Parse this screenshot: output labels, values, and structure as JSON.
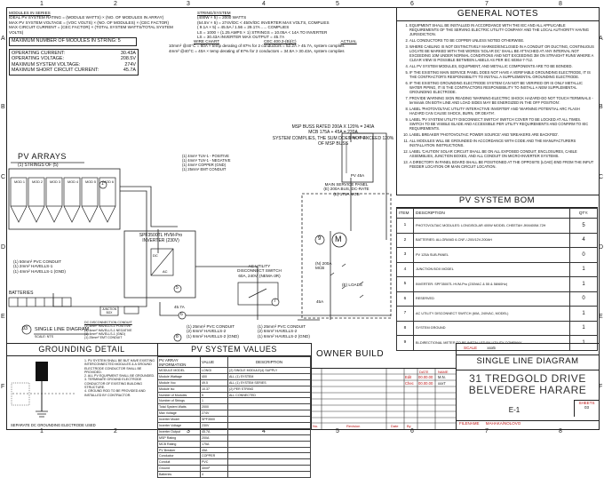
{
  "grid": {
    "cols": [
      "1",
      "2",
      "3",
      "4",
      "5",
      "6",
      "7",
      "8"
    ],
    "rows": [
      "A",
      "B",
      "C",
      "D",
      "E",
      "F"
    ]
  },
  "calc": {
    "modules_in_series_lines": [
      "MODULES IN SERIES",
      "IDEAL PV SYSTEM RATING = (MODULE WATTS) × (NO. OF MODULES IN ARRAY)",
      "MAX PV SYSTEM VOLTAGE = (VOC VOLTS) × (NO. OF MODULES) × (CEC FACTOR)",
      "MAX CIRCUIT CURRENT = (CEC FACTOR) × (TOTAL SYSTEM WATTS/TOTAL SYSTEM VOLTS)"
    ],
    "max_modules_label": "MAXIMUM NUMBER OF MODULES IN STRING: 5",
    "rows": [
      {
        "label": "OPERATING CURRENT:",
        "value": "30.43A"
      },
      {
        "label": "OPERATING VOLTAGE:",
        "value": "208.5V"
      },
      {
        "label": "MAXIMUM SYSTEM VOLTAGE:",
        "value": "274V"
      },
      {
        "label": "MAXIMUM SHORT CIRCUIT CURRENT:",
        "value": "45.7A"
      }
    ]
  },
  "string_size": {
    "lines": [
      "STRING/SYSTEM",
      "(400W × 5) = 2000 WATTS",
      "(54.5V × 5) = 274V/DC  < 450V/DC INVERTER MAX VOLTS, COMPLIES",
      "( 9.1A × 5) = 45.5A / 1.56 = 29.17A  ..... COMPLIES",
      "LS = 1000 ÷ (1.25 AMPS × 1) STRINGS = 10.05A < 14A TO INVERTER",
      "LS = 30.43A INVERTER MAX OUTPUT = 45.7A"
    ]
  },
  "wire_chart": {
    "title": "WIRE CHART",
    "cec": "CEC 400.3-(B)(C)",
    "actual": "ACTUAL",
    "lines": [
      "10mm² @40°C = 60A × temp derating of 87% for 2 conductors = 52.2A > 45.7A, system complies",
      "4mm² @40°C = 40A × temp derating of 87% for 2 conductors = 34.8A > 30.43A, system complies"
    ]
  },
  "msp_note": {
    "lines": [
      "MSP BUSS RATED 200A X 120% = 240A",
      "MCB 175A + 45A = 220A",
      "SYSTEM COMPLIES, THE SUM DOES NOT EXCEED 120%",
      "OF MSP BUSS"
    ]
  },
  "pv_arrays": {
    "title": "PV ARRAYS",
    "strings": "(1) STRINGS OF (5)",
    "modules": [
      "MOD 1",
      "MOD 2",
      "MOD 3",
      "MOD 4",
      "MOD 5",
      "MOD 6"
    ],
    "wiring": [
      "(1) 4mm² TUV-1 - POSITIVE",
      "(1) 4mm² TUV-1 - NEGATIVE",
      "(1) 4mm² COPPER (GND)",
      "(1) 25mm² EMT CONDUIT"
    ]
  },
  "inverter": {
    "label1": "SPF3500TL HVM-Pro",
    "label2": "INVERTER (230V)"
  },
  "dc_conduit": [
    "(1) 50mm² PVC CONDUIT",
    "(1) 2mm² HAVELLS-1",
    "(1) 4mm² HAVELLS-1 (GND)"
  ],
  "batteries": "BATTERIES",
  "junction_box": "JUNCTION BOX",
  "disconnect": {
    "title": "DC DISCONNECTION CONDUIT",
    "lines": [
      "(1) 4mm² HAVELLS-1 POSITIVE",
      "(1) 4mm² HAVELLS-1 NEGATIVE",
      "(1) 4mm² HAVELLS-1 (GND)",
      "(1) 25mm² EMT CONDUIT"
    ]
  },
  "ac_conduit_1": [
    "(1) 25mm² PVC CONDUIT",
    "(2) 6mm² HAVELLS-2",
    "(1) 6mm² HAVELLS-2 (GND)"
  ],
  "ac_conduit_2": [
    "(1) 25mm² PVC CONDUIT",
    "(2) 6mm² HAVELLS-2",
    "(1) 6mm² HAVELLS-2 (GND)"
  ],
  "ac_disconnect": {
    "lines": [
      "AC UTILITY",
      "DISCONNECT SWITCH",
      "60A, 240V, (NEMA-3R)"
    ]
  },
  "msp": {
    "lines": [
      "MAIN SERVICE PANEL",
      "(E) 200A BUS, DC-RATE",
      "(E) 175A MCB"
    ],
    "main": "200A MAIN",
    "breaker": "(N) 200A MCB",
    "loads": "(E) LOADS",
    "pv45": "PV 45A",
    "amp45": "45A",
    "meter": "M"
  },
  "callouts": [
    "1",
    "2",
    "3",
    "4",
    "5",
    "6",
    "7",
    "8",
    "9"
  ],
  "single_line_label": "SINGLE LINE DIAGRAM",
  "single_line_num": "03",
  "single_line_scale": "SCALE: NTS",
  "amp_label": "45.7A",
  "general_notes": {
    "title": "GENERAL NOTES",
    "items": [
      "EQUIPMENT SHALL BE INSTALLED IN ACCORDANCE WITH THE IEC AND ALL APPLICABLE REQUIREMENTS OF THE SERVING ELECTRIC UTILITY COMPANY AND THE LOCAL AUTHORITY HAVING JURISDICTION.",
      "ALL CONDUCTORS TO BE COPPER UNLESS NOTED OTHERWISE.",
      "WHERE CABLING IS NOT DISTINCTIVELY MARKED/ENCLOSED IN A CONDUIT OR DUCTING, CONTINUOUS LOCATE BE MARKED WITH THE WORDS 'SOLAR DC' SHALL BE ATTACHED AT ANY INTERVAL NOT EXCEEDING 10M UNDER NORMAL CONDITIONS AND NOT EXCEEDING 3M ON STRAIGHT RUNS WHERE A CLEAR VIEW IS POSSIBLE BETWEEN LABELS AS PER IEC 60364-7-712.",
      "ALL PV SYSTEM MODULES, EQUIPMENT, AND METALLIC COMPONENTS ARE TO BE BONDED.",
      "IF THE EXISTING MAIN SERVICE PANEL DOES NOT HAVE A VERIFIABLE GROUNDING ELECTRODE, IT IS THE CONTRACTOR'S RESPONSIBILITY TO INSTALL A SUPPLEMENTAL GROUNDING ELECTRODE.",
      "IF THE EXISTING GROUNDING ELECTRODE SYSTEM CAN NOT BE VERIFIED OR IS ONLY METALLIC WATER PIPING, IT IS THE CONTRACTORS RESPONSIBILITY TO INSTALL A NEW SUPPLEMENTAL GROUNDING ELECTRODE.",
      "PROVIDE WARNING SIGN READING 'WARNING-ELECTRIC SHOCK HAZARD-DO NOT TOUCH TERMINALS - terminals ON BOTH LINE AND LOAD SIDES MAY BE ENERGIZED IN THE OFF POSITION'.",
      "LABEL 'PHOTOVOLTAIC UTILITY INTERACTIVE INVERTER' AND 'WARNING POTENTIAL ARC FLASH HAZARD CAN CAUSE SHOCK, BURN, OR DEATH'.",
      "LABEL 'PV SYSTEM UTILITY DISCONNECT SWITCH' SWITCH COVER TO BE LOCKED AT ALL TIMES. SWITCH TO BE VISIBLE BLADE AND ACCESSIBLE PER UTILITY REQUIREMENTS AND CONFIRM TO IEC REQUIREMENTS.",
      "LABEL BREAKER 'PHOTOVOLTAIC POWER SOURCE' AND 'BREAKERS ARE BACKFED'.",
      "ALL MODULES WILL BE GROUNDED IN ACCORDANCE WITH CODE AND THE MANUFACTURERS INSTALLATION INSTRUCTIONS.",
      "LABEL 'CAUTION' SOLAR CIRCUIT SHALL BE ON ALL EXPOSED CONDUIT, ENCLOSURES, CABLE ASSEMBLIES, JUNCTION BOXES, AND ALL CONDUIT ON MICRO-INVERTER SYSTEMS.",
      "A DIRECTORY IN PANEL BOARD SHALL BE POSITIONED AT THE OPPOSITE (LOAD) END FROM THE INPUT FEEDER LOCATION OR MAIN CIRCUIT LOCATION."
    ]
  },
  "bom": {
    "title": "PV SYSTEM BOM",
    "headers": {
      "item": "ITEM",
      "desc": "DESCRIPTION",
      "qty": "QTY."
    },
    "rows": [
      {
        "item": "1",
        "desc": "PHOTOVOLTAIC MODULES: LONGISOLAR 400W MODEL CHEETAH JKM400M-72H",
        "qty": "5"
      },
      {
        "item": "2",
        "desc": "BATTERIES: ALLGRAND 6-CNF-/-200/12V-200AH",
        "qty": "4"
      },
      {
        "item": "3",
        "desc": "PV 125A SUB-PANEL",
        "qty": "0"
      },
      {
        "item": "4",
        "desc": "JUNCTION BOX MODEL",
        "qty": "1"
      },
      {
        "item": "5",
        "desc": "INVERTER: SPF3500TL HVM-Pro (230VAC & 55 & 58/60Hz)",
        "qty": "1"
      },
      {
        "item": "6",
        "desc": "RESERVED",
        "qty": "0"
      },
      {
        "item": "7",
        "desc": "AC UTILITY DISCONNECT SWITCH (60A, 240VAC, MODEL)",
        "qty": "1"
      },
      {
        "item": "8",
        "desc": "SYSTEM GROUND",
        "qty": "1"
      },
      {
        "item": "9",
        "desc": "BI-DIRECTIONAL METER TO BE INSTALLED BY UTILITY COMPANY",
        "qty": "1"
      }
    ]
  },
  "grounding": {
    "title": "GROUNDING DETAIL",
    "notes": [
      "1. PV SYSTEM SHALL BE BUT HAVE EXISTING INTERCONNECTED MODULES & A GROUND ELECTRODE CONDUCTOR SHALL BE PROVIDED.",
      "2. ALL PV EQUIPMENT SHALL BE GROUNDED.",
      "3. TERMINATE GROUND ELECTRODE CONDUCTOR OF EXISTING BUILDING STRUCTURE.",
      "4. GROUND ROD TO BE PROVIDED AND INSTALLED BY CONTRACTOR."
    ],
    "footer": "SEPARATE DC GROUNDING ELECTRODE USED"
  },
  "pv_values": {
    "title": "PV SYSTEM VALUES",
    "headers": [
      "PV ARRAY INFORMATION",
      "VALUE",
      "DESCRIPTION"
    ],
    "rows": [
      [
        "MODULE MODEL",
        "LONGI",
        "(2) SINGLE MODULE(4) SUPPLY"
      ],
      [
        "Module Wattage",
        "400",
        "ALL (1) SYSTEM"
      ],
      [
        "Module Voc",
        "49.5",
        "ALL (1) SYSTEM SERIES"
      ],
      [
        "Module Isc",
        "10.37",
        "(2) PER STRING"
      ],
      [
        "Number of Modules",
        "5",
        "ALL CONNECTED"
      ],
      [
        "Number of Strings",
        "1",
        ""
      ],
      [
        "Total System Watts",
        "2000",
        ""
      ],
      [
        "Max Voltage",
        "274V",
        ""
      ],
      [
        "Inverter Model",
        "SPF3500",
        ""
      ],
      [
        "Inverter Voltage",
        "230V",
        ""
      ],
      [
        "Inverter Output",
        "45.7A",
        ""
      ],
      [
        "MSP Rating",
        "200A",
        ""
      ],
      [
        "MCB Rating",
        "175A",
        ""
      ],
      [
        "PV Breaker",
        "45A",
        ""
      ],
      [
        "Conductor",
        "COPPER",
        ""
      ],
      [
        "Conduit",
        "PVC",
        ""
      ],
      [
        "Ground",
        "4mm²",
        ""
      ],
      [
        "Batteries",
        "4",
        ""
      ]
    ]
  },
  "owner_build": "OWNER BUILD",
  "revision_table": {
    "headers": [
      "DATE",
      "NAME"
    ],
    "rows": [
      {
        "label": "Edit",
        "date": "00.00.00",
        "name": "M.N."
      },
      {
        "label": "Chec",
        "date": "00.00.00",
        "name": "xxx7"
      }
    ],
    "footer": [
      "No.",
      "Revision",
      "Date",
      "By"
    ]
  },
  "title_block": {
    "scale_label": "SCALE",
    "scale_value": "xxx5",
    "title": "SINGLE LINE DIAGRAM",
    "address1": "31 TREDGOLD DRIVE",
    "address2": "BELVEDERE HARARE",
    "drawing_no": "E-1",
    "sheet_label": "SHEETS",
    "sheet_no": "03",
    "filename_label": "FILENAME",
    "filename": "MAHAKA/NOLOVO"
  }
}
